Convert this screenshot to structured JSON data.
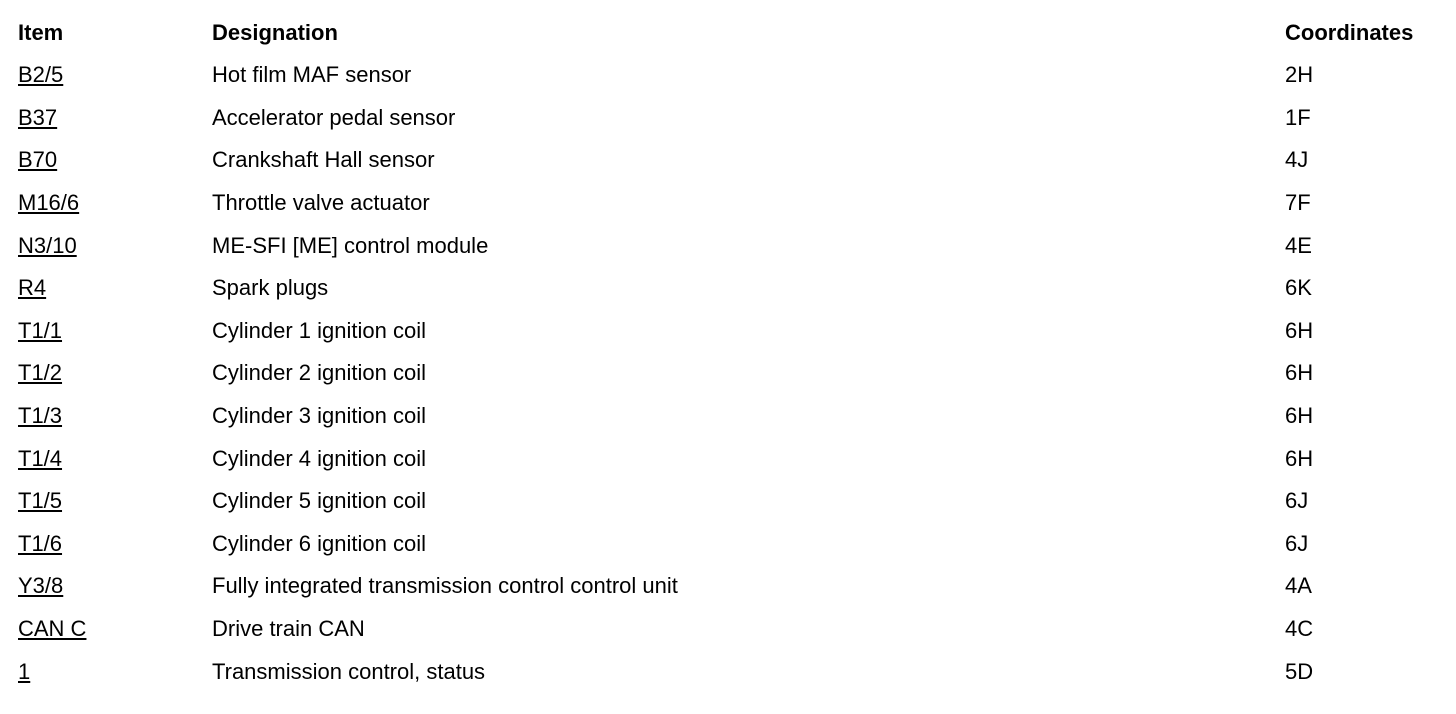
{
  "table": {
    "headers": {
      "item": "Item",
      "designation": "Designation",
      "coordinates": "Coordinates"
    },
    "rows": [
      {
        "item": "B2/5",
        "designation": "Hot film MAF sensor",
        "coordinates": "2H"
      },
      {
        "item": "B37",
        "designation": "Accelerator pedal sensor",
        "coordinates": "1F"
      },
      {
        "item": "B70",
        "designation": "Crankshaft Hall sensor",
        "coordinates": "4J"
      },
      {
        "item": "M16/6",
        "designation": "Throttle valve actuator",
        "coordinates": "7F"
      },
      {
        "item": "N3/10",
        "designation": "ME-SFI [ME] control module",
        "coordinates": "4E"
      },
      {
        "item": "R4",
        "designation": "Spark plugs",
        "coordinates": "6K"
      },
      {
        "item": "T1/1",
        "designation": "Cylinder 1 ignition coil",
        "coordinates": "6H"
      },
      {
        "item": "T1/2",
        "designation": "Cylinder 2 ignition coil",
        "coordinates": "6H"
      },
      {
        "item": "T1/3",
        "designation": "Cylinder 3 ignition coil",
        "coordinates": "6H"
      },
      {
        "item": "T1/4",
        "designation": "Cylinder 4 ignition coil",
        "coordinates": "6H"
      },
      {
        "item": "T1/5",
        "designation": "Cylinder 5 ignition coil",
        "coordinates": "6J"
      },
      {
        "item": "T1/6",
        "designation": "Cylinder 6 ignition coil",
        "coordinates": "6J"
      },
      {
        "item": "Y3/8",
        "designation": "Fully integrated transmission control control unit",
        "coordinates": "4A"
      },
      {
        "item": "CAN C",
        "designation": "Drive train CAN",
        "coordinates": "4C"
      },
      {
        "item": "1",
        "designation": "Transmission control, status",
        "coordinates": "5D"
      }
    ]
  }
}
